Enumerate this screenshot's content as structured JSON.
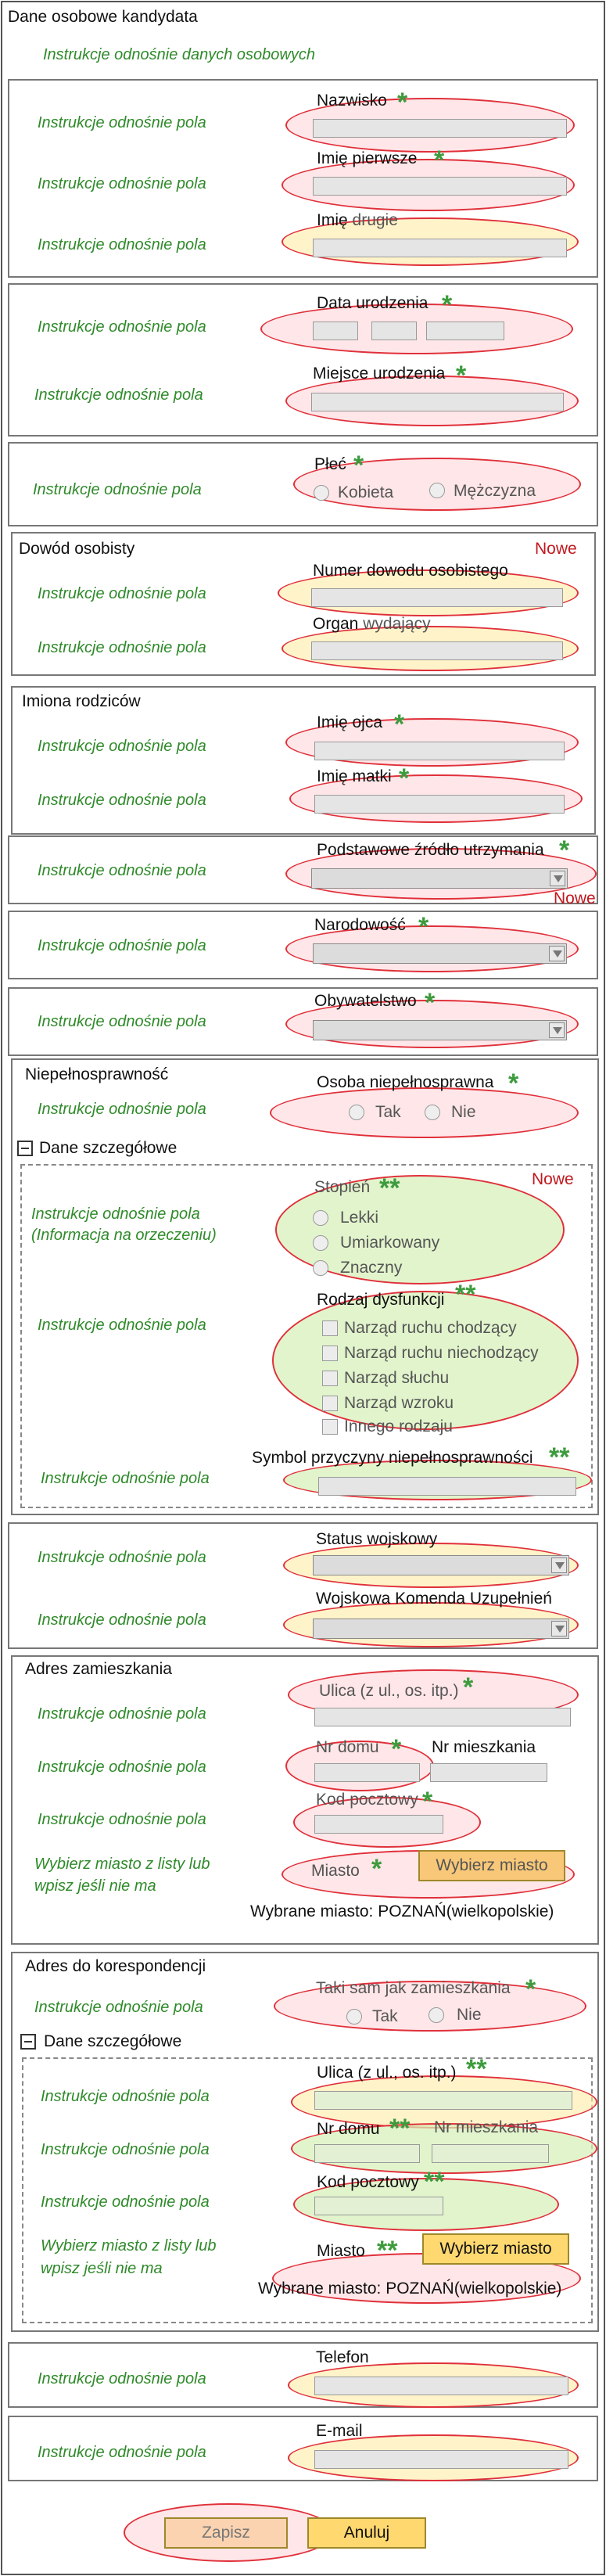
{
  "header": {
    "title": "Dane osobowe kandydata",
    "instruction": "Instrukcje odnośnie danych osobowych"
  },
  "common": {
    "field_instruction": "Instrukcje odnośnie pola",
    "required_mark": "*",
    "required_mark_double": "**",
    "new_badge": "Nowe",
    "details_label": "Dane szczegółowe",
    "city_instruction_1": "Wybierz miasto z listy lub",
    "city_instruction_2": "wpisz jeśli nie ma",
    "yes": "Tak",
    "no": "Nie"
  },
  "personal": {
    "surname": "Nazwisko",
    "first_name": "Imię pierwsze",
    "second_name_1": "Imię",
    "second_name_2": "drugie"
  },
  "birth": {
    "date": "Data urodzenia",
    "place": "Miejsce urodzenia"
  },
  "gender": {
    "label": "Płeć",
    "female": "Kobieta",
    "male": "Mężczyzna"
  },
  "id_card": {
    "title": "Dowód osobisty",
    "number": "Numer dowodu osobistego",
    "issuer_1": "Organ",
    "issuer_2": "wydający"
  },
  "parents": {
    "title": "Imiona rodziców",
    "father": "Imię ojca",
    "mother": "Imię matki"
  },
  "income": {
    "label": "Podstawowe źródło utrzymania"
  },
  "nationality": {
    "label": "Narodowość"
  },
  "citizenship": {
    "label": "Obywatelstwo"
  },
  "disability": {
    "title": "Niepełnosprawność",
    "question": "Osoba niepełnosprawna",
    "degree": "Stopień",
    "degree_instruction_1": "Instrukcje odnośnie pola",
    "degree_instruction_2": "(Informacja na orzeczeniu)",
    "degree_options": [
      "Lekki",
      "Umiarkowany",
      "Znaczny"
    ],
    "dysfunction": "Rodzaj dysfunkcji",
    "dysfunction_options": [
      "Narząd ruchu chodzący",
      "Narząd ruchu niechodzący",
      "Narząd słuchu",
      "Narząd wzroku",
      "Innego rodzaju"
    ],
    "cause_symbol": "Symbol przyczyny niepełnosprawności"
  },
  "military": {
    "status": "Status wojskowy",
    "office": "Wojskowa Komenda Uzupełnień"
  },
  "residence": {
    "title": "Adres zamieszkania",
    "street": "Ulica (z ul., os. itp.)",
    "house_no": "Nr domu",
    "flat_no": "Nr mieszkania",
    "postal_code": "Kod pocztowy",
    "city": "Miasto",
    "choose_city_button": "Wybierz miasto",
    "selected_city": "Wybrane miasto: POZNAŃ(wielkopolskie)"
  },
  "correspondence": {
    "title": "Adres do korespondencji",
    "same_as": "Taki sam jak zamieszkania",
    "street": "Ulica (z ul., os. itp.)",
    "house_no": "Nr domu",
    "flat_no": "Nr mieszkania",
    "postal_code": "Kod pocztowy",
    "city": "Miasto",
    "choose_city_button": "Wybierz miasto",
    "selected_city": "Wybrane miasto: POZNAŃ(wielkopolskie)"
  },
  "phone": {
    "label": "Telefon"
  },
  "email": {
    "label": "E-mail"
  },
  "footer": {
    "save": "Zapisz",
    "cancel": "Anuluj"
  },
  "colors": {
    "instruction_green": "#2f8a2a",
    "required_green": "#3d9b3d",
    "new_red": "#c0181e",
    "ellipse_border": "#e0303a",
    "button_yellow": "#ffd870"
  }
}
